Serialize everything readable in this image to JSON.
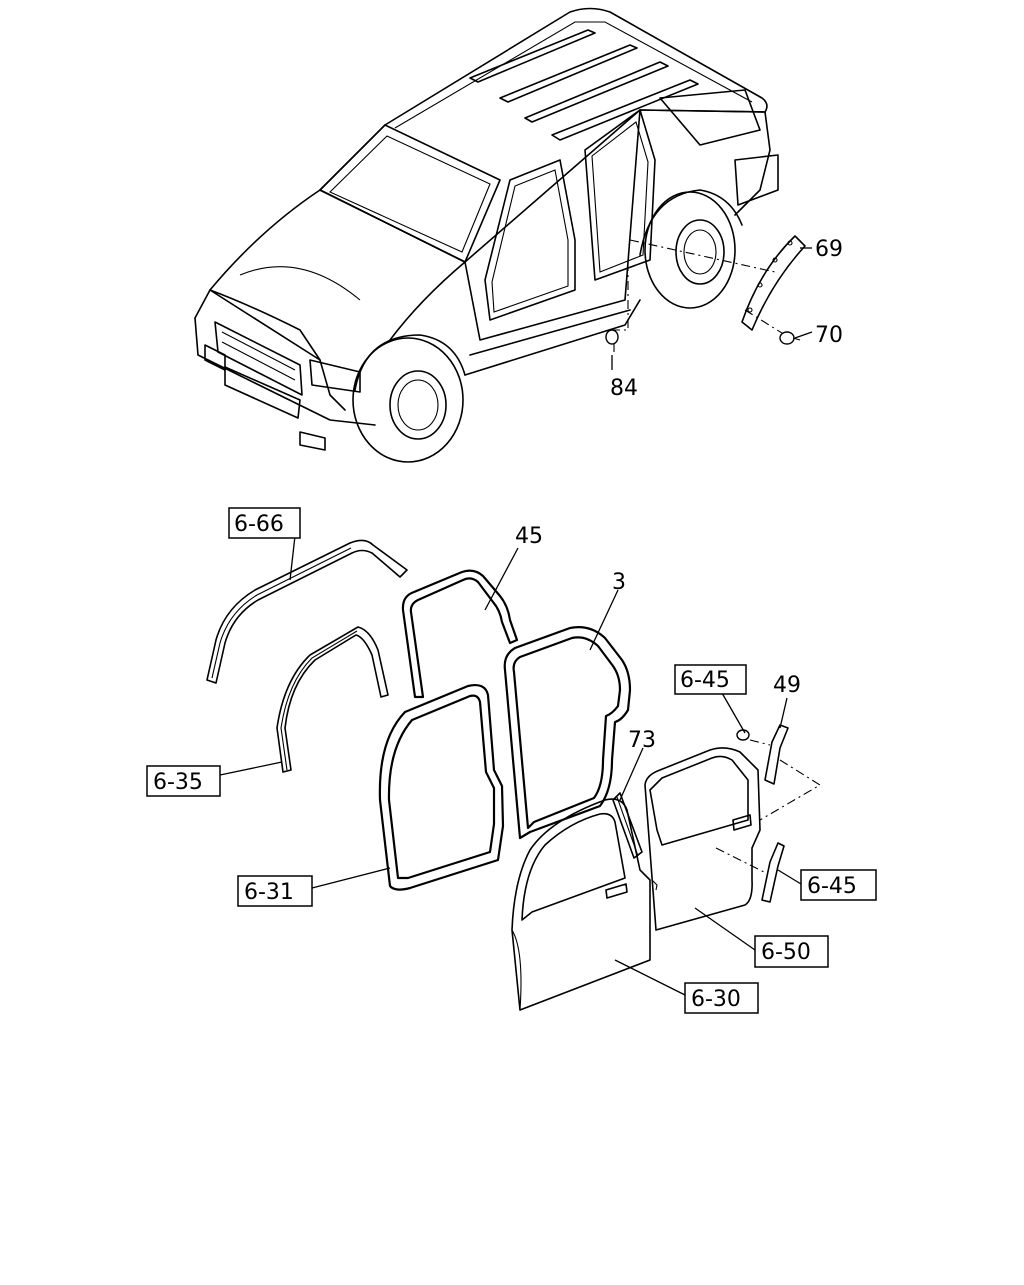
{
  "diagram": {
    "callouts": [
      {
        "id": "69",
        "boxed": false
      },
      {
        "id": "70",
        "boxed": false
      },
      {
        "id": "84",
        "boxed": false
      },
      {
        "id": "6-66",
        "boxed": true
      },
      {
        "id": "45",
        "boxed": false
      },
      {
        "id": "3",
        "boxed": false
      },
      {
        "id": "6-45",
        "boxed": true
      },
      {
        "id": "49",
        "boxed": false
      },
      {
        "id": "73",
        "boxed": false
      },
      {
        "id": "6-35",
        "boxed": true
      },
      {
        "id": "6-31",
        "boxed": true
      },
      {
        "id": "6-45",
        "boxed": true
      },
      {
        "id": "6-50",
        "boxed": true
      },
      {
        "id": "6-30",
        "boxed": true
      }
    ]
  }
}
